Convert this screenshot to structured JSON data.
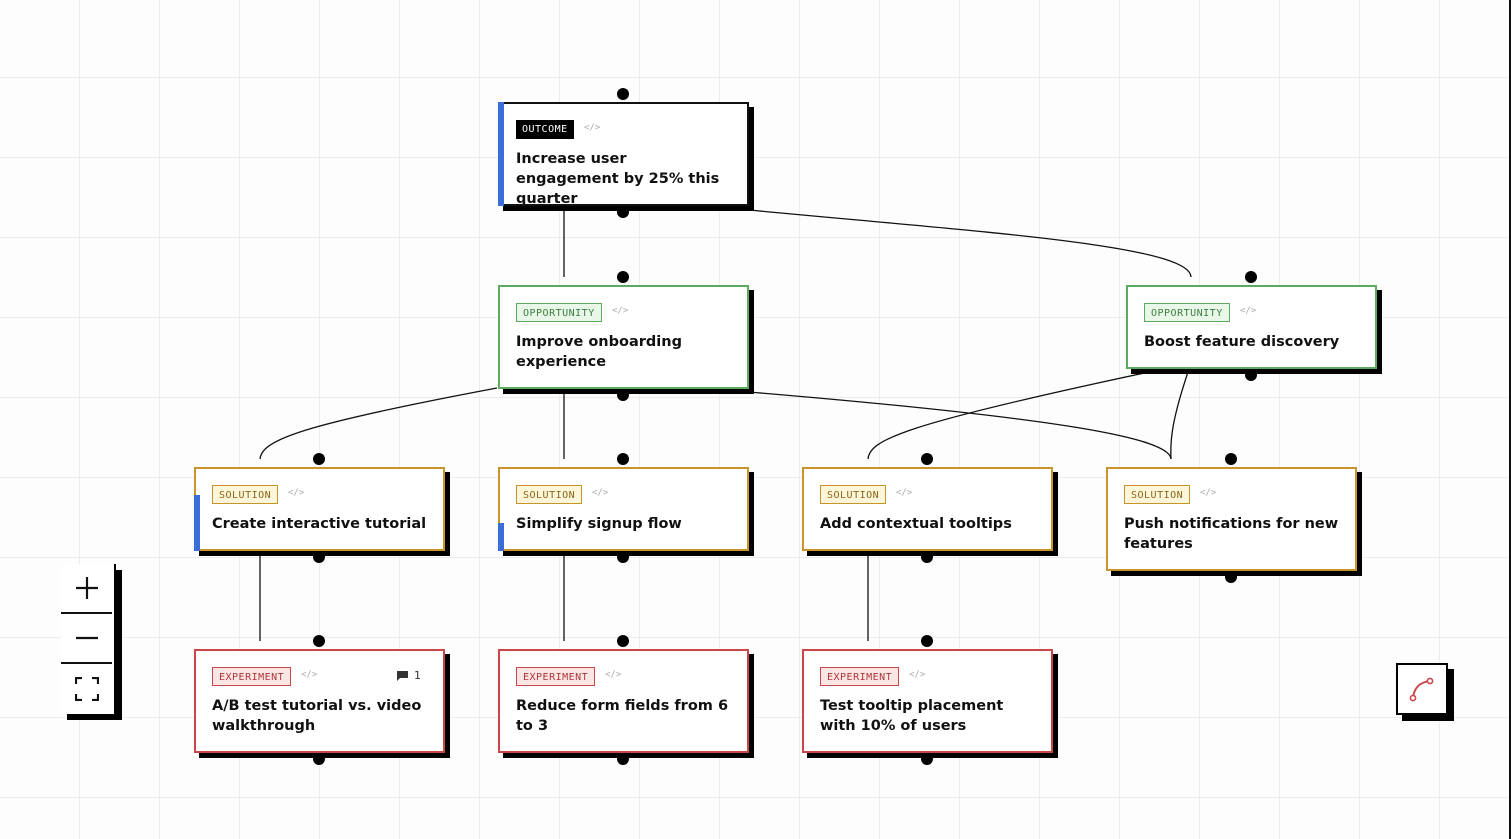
{
  "canvas": {
    "nodes": [
      {
        "id": "outcome-1",
        "type": "outcome",
        "tag": "OUTCOME",
        "title": "Increase user engagement by 25% this quarter",
        "has_accent": true
      },
      {
        "id": "opp-1",
        "type": "opportunity",
        "tag": "OPPORTUNITY",
        "title": "Improve onboarding experience",
        "has_accent": false
      },
      {
        "id": "opp-2",
        "type": "opportunity",
        "tag": "OPPORTUNITY",
        "title": "Boost feature discovery",
        "has_accent": false
      },
      {
        "id": "sol-1",
        "type": "solution",
        "tag": "SOLUTION",
        "title": "Create interactive tutorial",
        "has_accent": true
      },
      {
        "id": "sol-2",
        "type": "solution",
        "tag": "SOLUTION",
        "title": "Simplify signup flow",
        "has_accent": true
      },
      {
        "id": "sol-3",
        "type": "solution",
        "tag": "SOLUTION",
        "title": "Add contextual tooltips",
        "has_accent": false
      },
      {
        "id": "sol-4",
        "type": "solution",
        "tag": "SOLUTION",
        "title": "Push notifications for new features",
        "has_accent": false
      },
      {
        "id": "exp-1",
        "type": "experiment",
        "tag": "EXPERIMENT",
        "title": "A/B test tutorial vs. video walkthrough",
        "has_accent": false,
        "comments": "1"
      },
      {
        "id": "exp-2",
        "type": "experiment",
        "tag": "EXPERIMENT",
        "title": "Reduce form fields from 6 to 3",
        "has_accent": false
      },
      {
        "id": "exp-3",
        "type": "experiment",
        "tag": "EXPERIMENT",
        "title": "Test tooltip placement with 10% of users",
        "has_accent": false
      }
    ],
    "edges": [
      {
        "from": "outcome-1",
        "to": "opp-1"
      },
      {
        "from": "outcome-1",
        "to": "opp-2"
      },
      {
        "from": "opp-1",
        "to": "sol-1"
      },
      {
        "from": "opp-1",
        "to": "sol-2"
      },
      {
        "from": "opp-1",
        "to": "sol-4"
      },
      {
        "from": "opp-2",
        "to": "sol-3"
      },
      {
        "from": "opp-2",
        "to": "sol-4"
      },
      {
        "from": "sol-1",
        "to": "exp-1"
      },
      {
        "from": "sol-2",
        "to": "exp-2"
      },
      {
        "from": "sol-3",
        "to": "exp-3"
      }
    ]
  },
  "controls": {
    "zoom_in": "zoom-in",
    "zoom_out": "zoom-out",
    "fit_view": "fit-view",
    "edge_tool": "edge-tool"
  },
  "colors": {
    "outcome": "#111111",
    "opportunity": "#5cab5f",
    "solution": "#c9952a",
    "experiment": "#c9474a",
    "accent": "#3b6fd8",
    "edge_tool_icon": "#c9474a"
  }
}
